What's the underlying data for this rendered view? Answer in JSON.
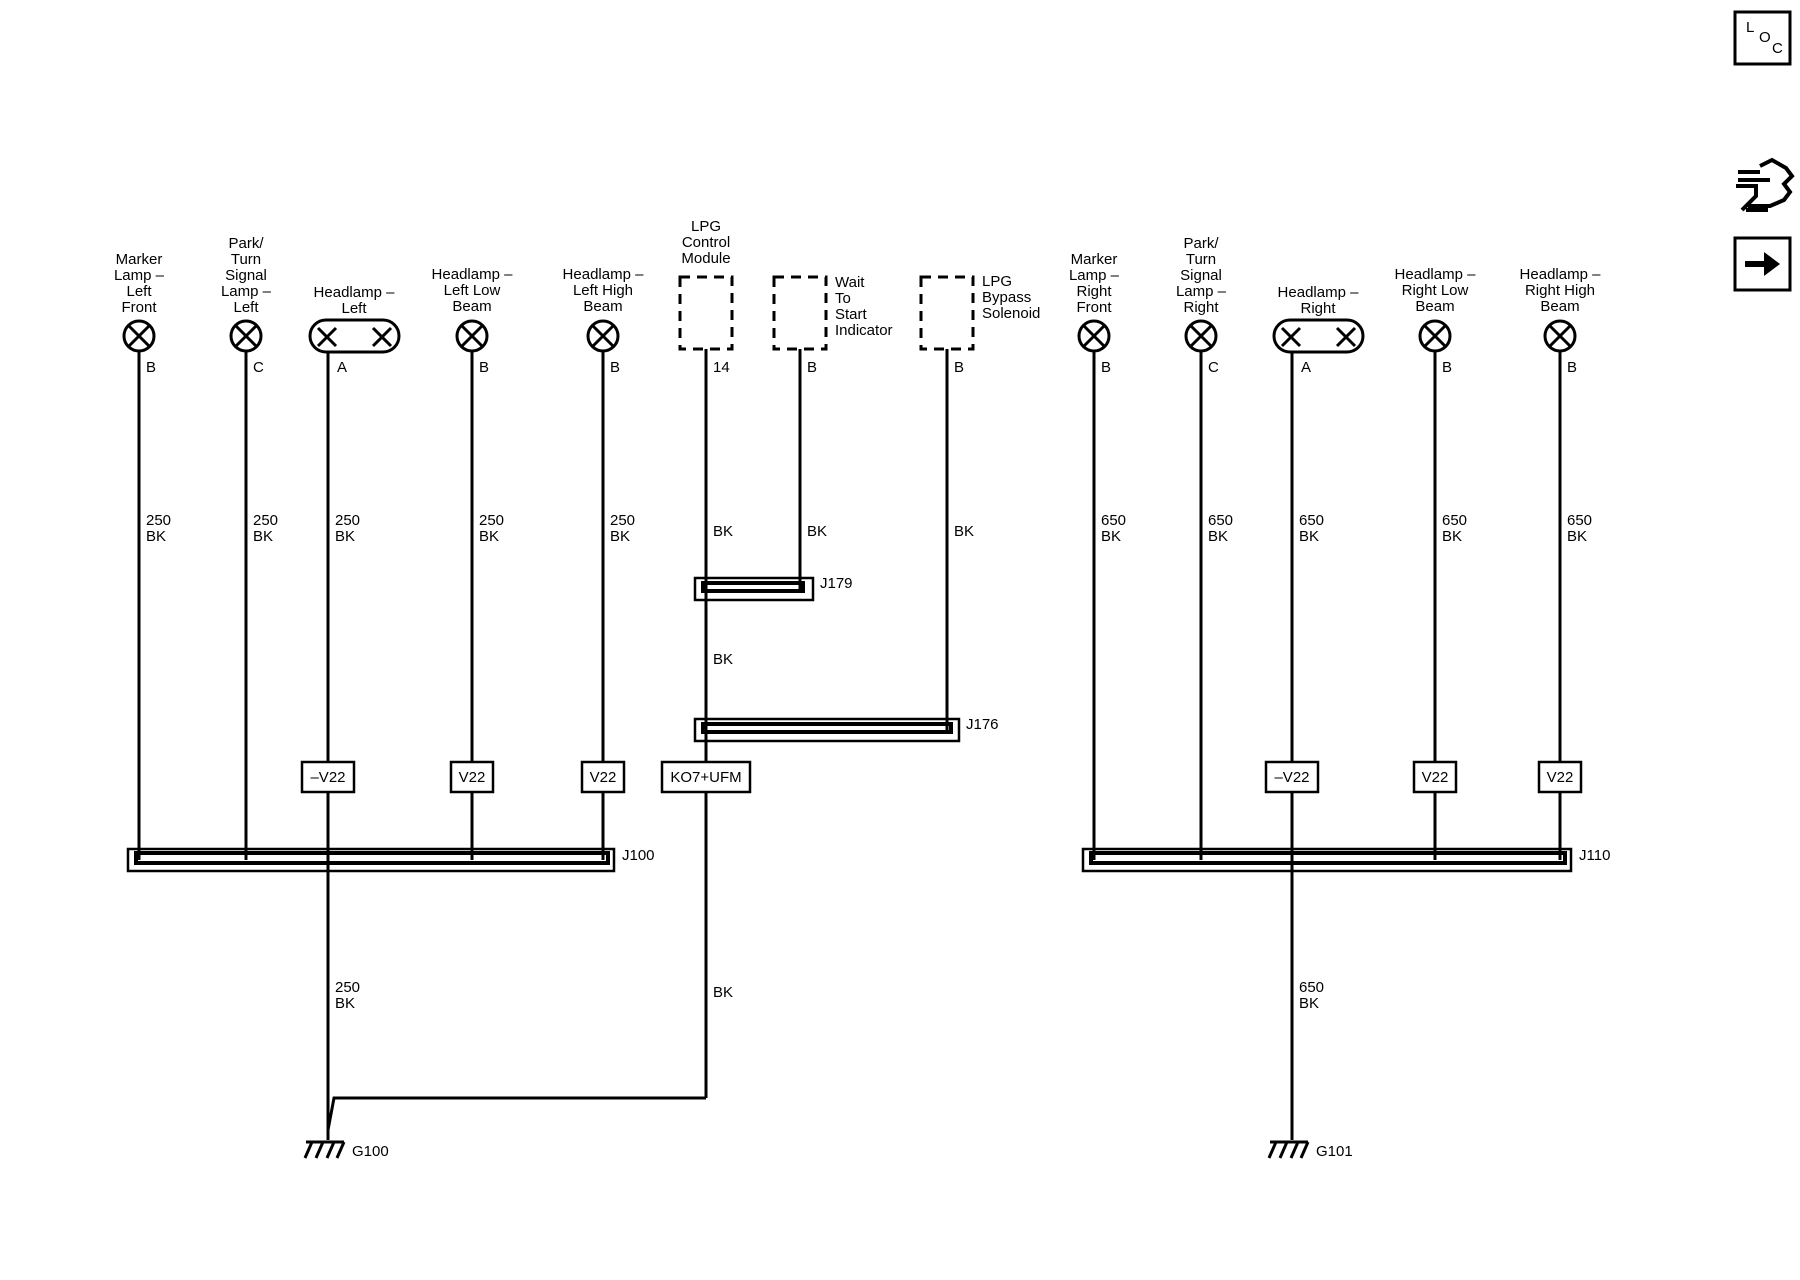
{
  "side_icons": {
    "location_icon_letters": [
      "L",
      "O",
      "C"
    ],
    "hand_icon": "hand-pointing-icon",
    "arrow_icon": "right-arrow-icon"
  },
  "components": {
    "marker_lamp_left_front": {
      "label": [
        "Marker",
        "Lamp –",
        "Left",
        "Front"
      ],
      "pin": "B",
      "wire": [
        "250",
        "BK"
      ]
    },
    "park_turn_left": {
      "label": [
        "Park/",
        "Turn",
        "Signal",
        "Lamp –",
        "Left"
      ],
      "pin": "C",
      "wire": [
        "250",
        "BK"
      ]
    },
    "headlamp_left": {
      "label": [
        "Headlamp –",
        "Left"
      ],
      "pin": "A",
      "wire": [
        "250",
        "BK"
      ],
      "option": "–V22"
    },
    "headlamp_left_low": {
      "label": [
        "Headlamp –",
        "Left Low",
        "Beam"
      ],
      "pin": "B",
      "wire": [
        "250",
        "BK"
      ],
      "option": "V22"
    },
    "headlamp_left_high": {
      "label": [
        "Headlamp –",
        "Left High",
        "Beam"
      ],
      "pin": "B",
      "wire": [
        "250",
        "BK"
      ],
      "option": "V22"
    },
    "lpg_control_module": {
      "label": [
        "LPG",
        "Control",
        "Module"
      ],
      "pin": "14",
      "wire": [
        "BK"
      ],
      "option": "KO7+UFM"
    },
    "wait_to_start": {
      "label": [
        "Wait",
        "To",
        "Start",
        "Indicator"
      ],
      "pin": "B",
      "wire": [
        "BK"
      ]
    },
    "lpg_bypass": {
      "label": [
        "LPG",
        "Bypass",
        "Solenoid"
      ],
      "pin": "B",
      "wire": [
        "BK"
      ]
    },
    "marker_lamp_right_front": {
      "label": [
        "Marker",
        "Lamp –",
        "Right",
        "Front"
      ],
      "pin": "B",
      "wire": [
        "650",
        "BK"
      ]
    },
    "park_turn_right": {
      "label": [
        "Park/",
        "Turn",
        "Signal",
        "Lamp –",
        "Right"
      ],
      "pin": "C",
      "wire": [
        "650",
        "BK"
      ]
    },
    "headlamp_right": {
      "label": [
        "Headlamp –",
        "Right"
      ],
      "pin": "A",
      "wire": [
        "650",
        "BK"
      ],
      "option": "–V22"
    },
    "headlamp_right_low": {
      "label": [
        "Headlamp –",
        "Right Low",
        "Beam"
      ],
      "pin": "B",
      "wire": [
        "650",
        "BK"
      ],
      "option": "V22"
    },
    "headlamp_right_high": {
      "label": [
        "Headlamp –",
        "Right High",
        "Beam"
      ],
      "pin": "B",
      "wire": [
        "650",
        "BK"
      ],
      "option": "V22"
    }
  },
  "splices": {
    "j179": "J179",
    "j176": "J176",
    "j100": "J100",
    "j110": "J110"
  },
  "mid_wires": {
    "lpg_between_splices": "BK",
    "g100_left": [
      "250",
      "BK"
    ],
    "g100_lpg": "BK",
    "g101": [
      "650",
      "BK"
    ]
  },
  "grounds": {
    "g100": "G100",
    "g101": "G101"
  }
}
